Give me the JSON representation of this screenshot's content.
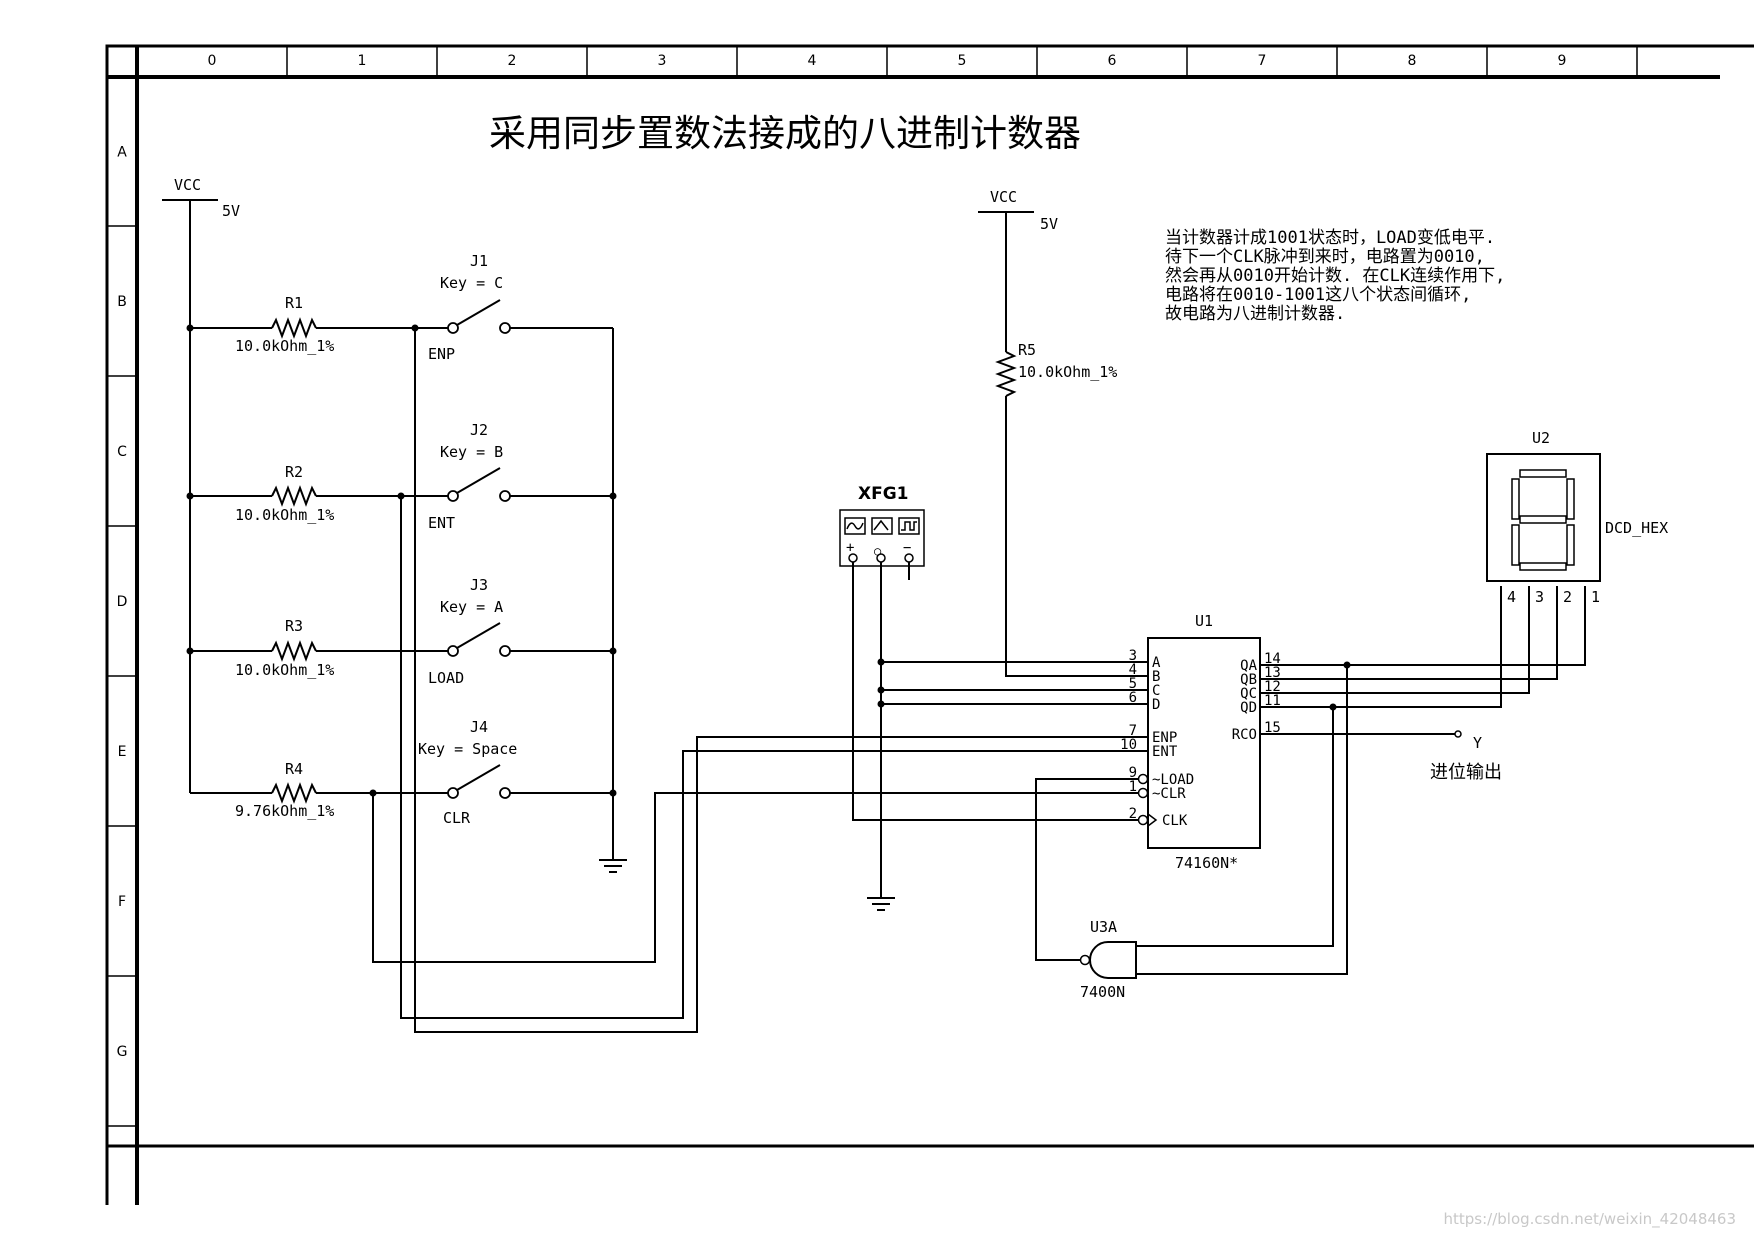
{
  "frame": {
    "columns": [
      "0",
      "1",
      "2",
      "3",
      "4",
      "5",
      "6",
      "7",
      "8",
      "9"
    ],
    "rows": [
      "A",
      "B",
      "C",
      "D",
      "E",
      "F",
      "G"
    ]
  },
  "title": "采用同步置数法接成的八进制计数器",
  "note_lines": [
    "当计数器计成1001状态时，LOAD变低电平.",
    "待下一个CLK脉冲到来时，电路置为0010,",
    "然会再从0010开始计数. 在CLK连续作用下,",
    "电路将在0010-1001这八个状态间循环,",
    "故电路为八进制计数器."
  ],
  "supplies": {
    "vcc_left": {
      "name": "VCC",
      "value": "5V"
    },
    "vcc_right": {
      "name": "VCC",
      "value": "5V"
    }
  },
  "resistors": {
    "r1": {
      "ref": "R1",
      "value": "10.0kOhm_1%"
    },
    "r2": {
      "ref": "R2",
      "value": "10.0kOhm_1%"
    },
    "r3": {
      "ref": "R3",
      "value": "10.0kOhm_1%"
    },
    "r4": {
      "ref": "R4",
      "value": "9.76kOhm_1%"
    },
    "r5": {
      "ref": "R5",
      "value": "10.0kOhm_1%"
    }
  },
  "switches": {
    "j1": {
      "ref": "J1",
      "key": "Key = C",
      "net": "ENP"
    },
    "j2": {
      "ref": "J2",
      "key": "Key = B",
      "net": "ENT"
    },
    "j3": {
      "ref": "J3",
      "key": "Key = A",
      "net": "LOAD"
    },
    "j4": {
      "ref": "J4",
      "key": "Key = Space",
      "net": "CLR"
    }
  },
  "function_generator": {
    "ref": "XFG1",
    "terminals": [
      "+",
      "○",
      "−"
    ]
  },
  "counter": {
    "ref": "U1",
    "part": "74160N*",
    "left_pins": [
      {
        "num": "3",
        "name": "A"
      },
      {
        "num": "4",
        "name": "B"
      },
      {
        "num": "5",
        "name": "C"
      },
      {
        "num": "6",
        "name": "D"
      },
      {
        "num": "7",
        "name": "ENP"
      },
      {
        "num": "10",
        "name": "ENT"
      },
      {
        "num": "9",
        "name": "~LOAD"
      },
      {
        "num": "1",
        "name": "~CLR"
      },
      {
        "num": "2",
        "name": "CLK"
      }
    ],
    "right_pins": [
      {
        "num": "14",
        "name": "QA"
      },
      {
        "num": "13",
        "name": "QB"
      },
      {
        "num": "12",
        "name": "QC"
      },
      {
        "num": "11",
        "name": "QD"
      },
      {
        "num": "15",
        "name": "RCO"
      }
    ]
  },
  "nand_gate": {
    "ref": "U3A",
    "part": "7400N"
  },
  "display": {
    "ref": "U2",
    "part": "DCD_HEX",
    "pins": [
      "4",
      "3",
      "2",
      "1"
    ]
  },
  "carry_output": {
    "net": "Y",
    "label": "进位输出"
  },
  "watermark": "https://blog.csdn.net/weixin_42048463"
}
